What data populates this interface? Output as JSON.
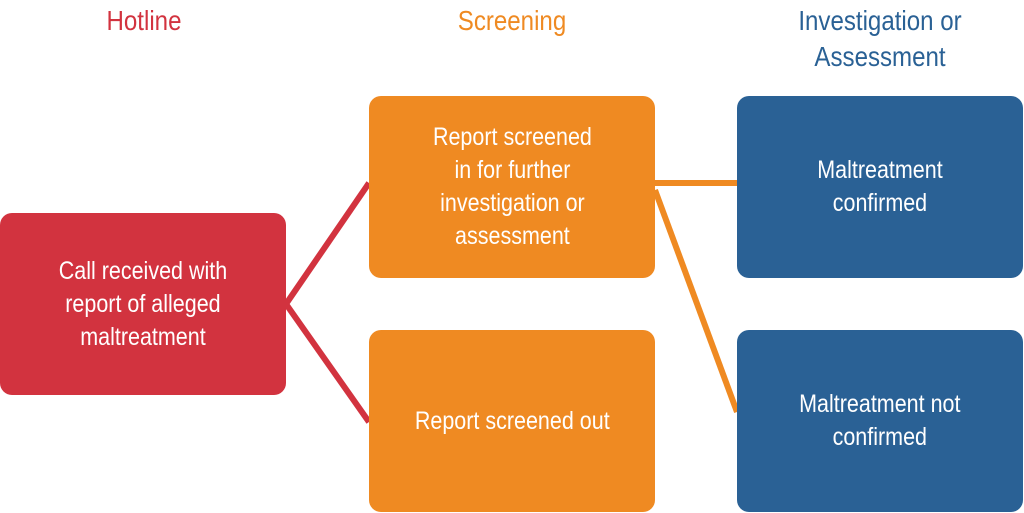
{
  "colors": {
    "hotline": "#d2333f",
    "screening": "#ef8a22",
    "investigation": "#2a6195"
  },
  "stages": {
    "hotline": "Hotline",
    "screening": "Screening",
    "investigation": "Investigation or\nAssessment"
  },
  "nodes": {
    "call_received": "Call received with\nreport of alleged\nmaltreatment",
    "screened_in": "Report screened\nin for further\ninvestigation or\nassessment",
    "screened_out": "Report screened out",
    "confirmed": "Maltreatment\nconfirmed",
    "not_confirmed": "Maltreatment not\nconfirmed"
  }
}
